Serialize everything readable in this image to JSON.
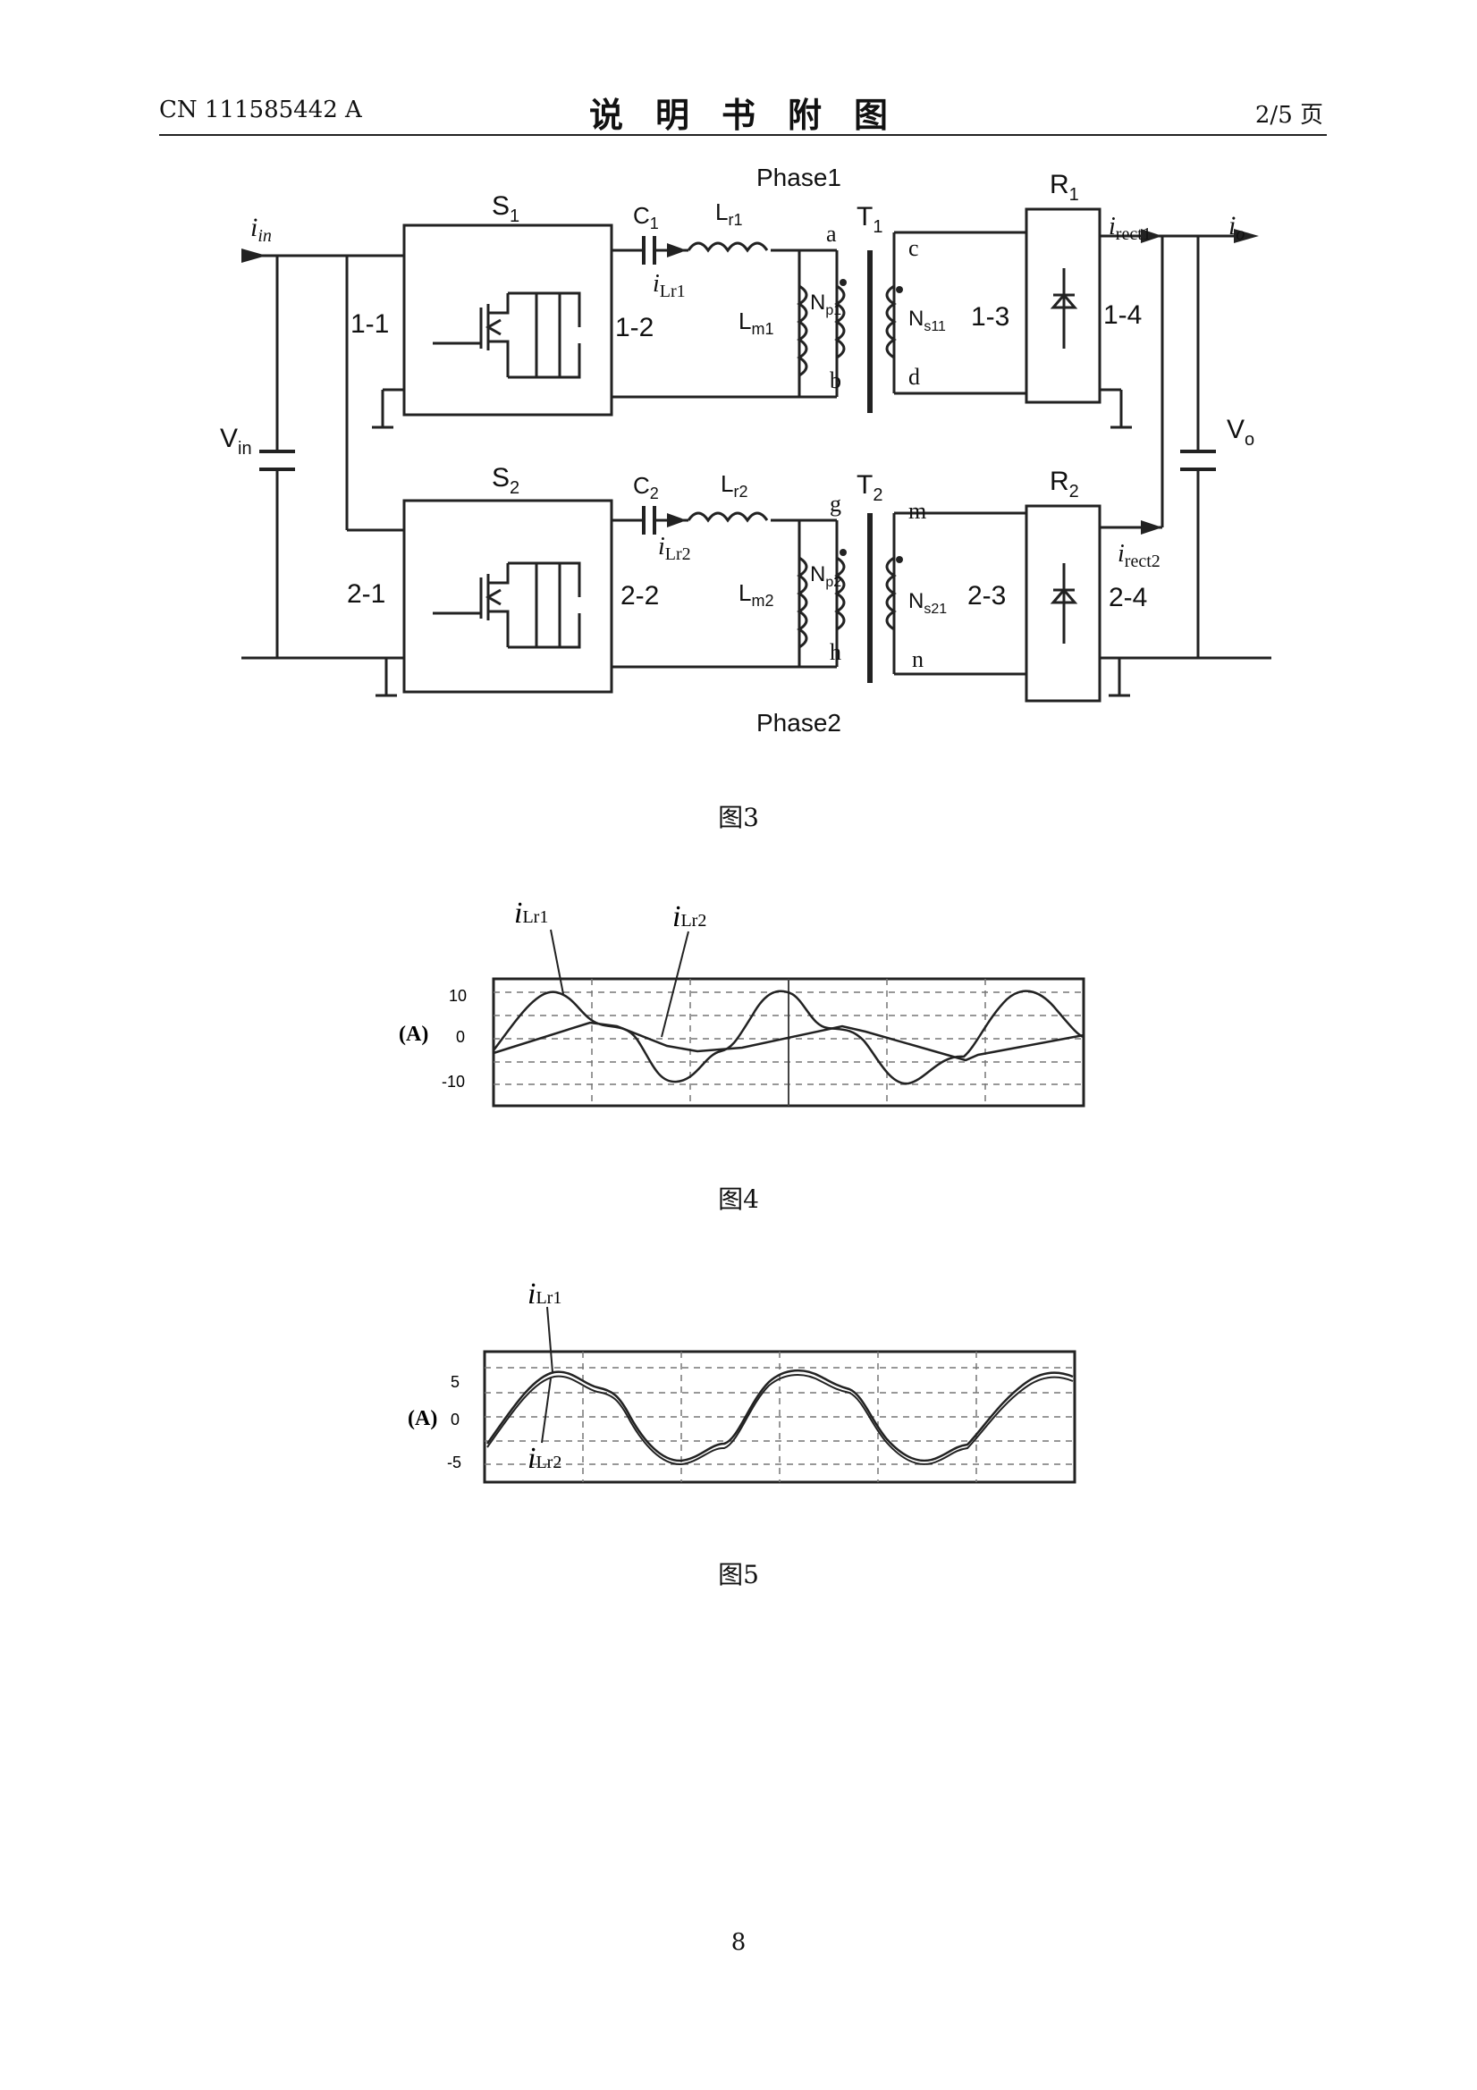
{
  "header": {
    "left": "CN 111585442 A",
    "title": "说明书附图",
    "right": "2/5 页"
  },
  "figure3": {
    "caption": "图3",
    "labels": {
      "i_in": "i",
      "i_in_sub": "in",
      "io": "i",
      "io_sub": "o",
      "vin": "V",
      "vin_sub": "in",
      "vo": "V",
      "vo_sub": "o",
      "phase1": "Phase1",
      "phase2": "Phase2",
      "s1": "S",
      "s1_sub": "1",
      "s2": "S",
      "s2_sub": "2",
      "r1": "R",
      "r1_sub": "1",
      "r2": "R",
      "r2_sub": "2",
      "c1": "C",
      "c1_sub": "1",
      "c2": "C",
      "c2_sub": "2",
      "lr1": "L",
      "lr1_sub": "r1",
      "lr2": "L",
      "lr2_sub": "r2",
      "ilr1": "i",
      "ilr1_sub": "Lr1",
      "ilr2": "i",
      "ilr2_sub": "Lr2",
      "lm1": "L",
      "lm1_sub": "m1",
      "lm2": "L",
      "lm2_sub": "m2",
      "np1": "N",
      "np1_sub": "p1",
      "np2": "N",
      "np2_sub": "p2",
      "ns11": "N",
      "ns11_sub": "s11",
      "ns21": "N",
      "ns21_sub": "s21",
      "t1": "T",
      "t1_sub": "1",
      "t2": "T",
      "t2_sub": "2",
      "irect1": "i",
      "irect1_sub": "rect1",
      "irect2": "i",
      "irect2_sub": "rect2",
      "n11": "1-1",
      "n12": "1-2",
      "n13": "1-3",
      "n14": "1-4",
      "n21": "2-1",
      "n22": "2-2",
      "n23": "2-3",
      "n24": "2-4",
      "a": "a",
      "b": "b",
      "c": "c",
      "d": "d",
      "g": "g",
      "h": "h",
      "m": "m",
      "n": "n"
    }
  },
  "figure4": {
    "caption": "图4",
    "legend1": "i",
    "legend1_sub": "Lr1",
    "legend2": "i",
    "legend2_sub": "Lr2",
    "ylabel": "(A)",
    "ticks": [
      "10",
      "0",
      "-10"
    ]
  },
  "figure5": {
    "caption": "图5",
    "legend1": "i",
    "legend1_sub": "Lr1",
    "legend2": "i",
    "legend2_sub": "Lr2",
    "ylabel": "(A)",
    "ticks": [
      "5",
      "0",
      "-5"
    ]
  },
  "page_number": "8",
  "colors": {
    "ink": "#222222",
    "grid": "#888888"
  }
}
